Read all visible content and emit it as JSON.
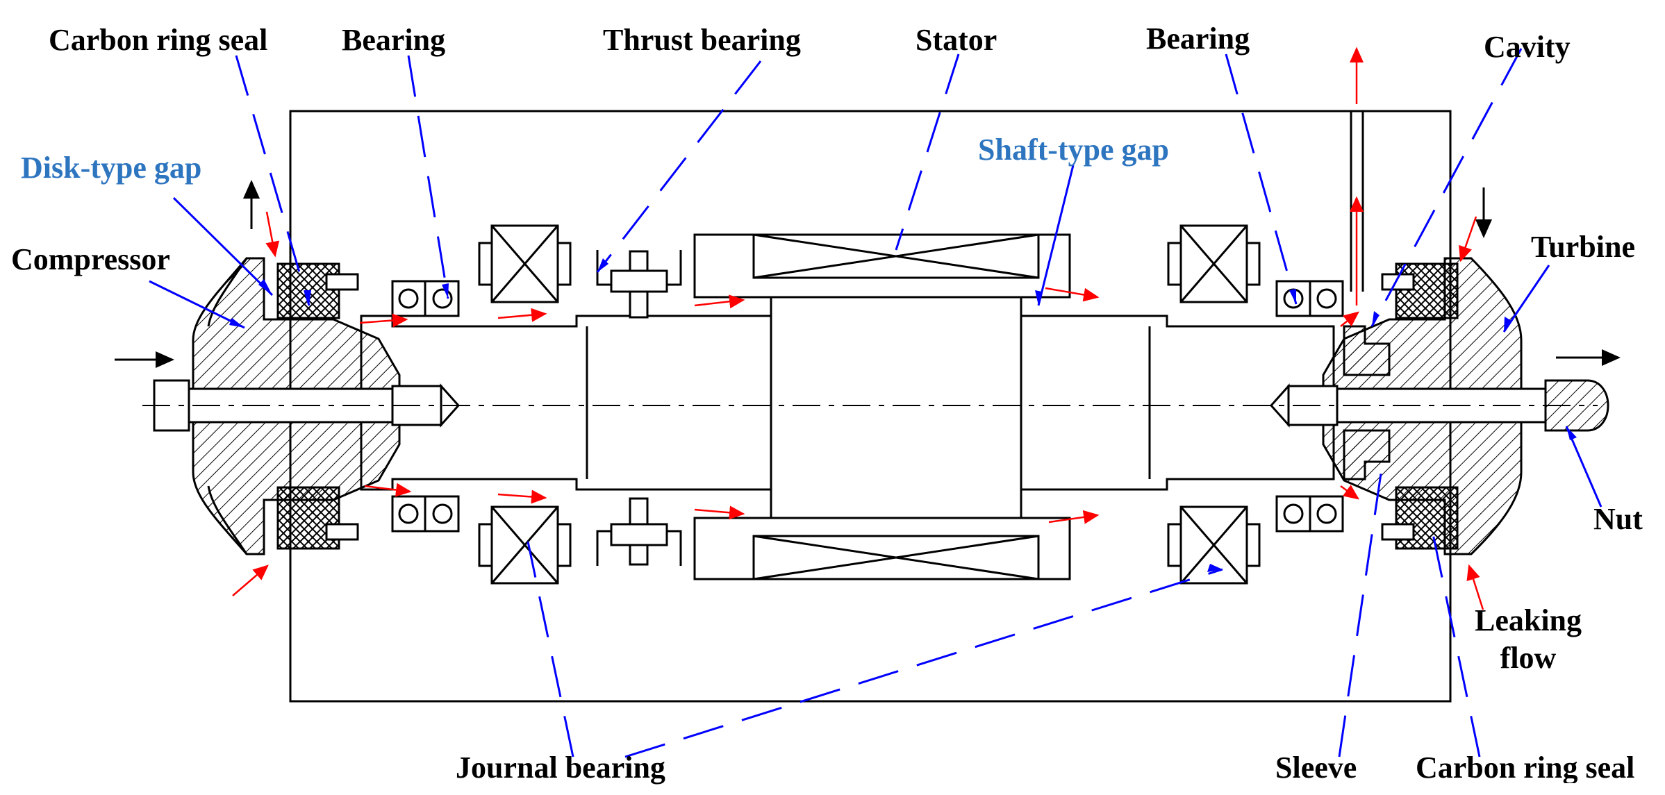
{
  "labels": {
    "carbon_ring_seal_left": "Carbon ring seal",
    "bearing_left": "Bearing",
    "thrust_bearing": "Thrust bearing",
    "stator": "Stator",
    "bearing_right": "Bearing",
    "cavity": "Cavity",
    "disk_type_gap": "Disk-type gap",
    "shaft_type_gap": "Shaft-type gap",
    "compressor": "Compressor",
    "turbine": "Turbine",
    "nut": "Nut",
    "leaking_flow_line1": "Leaking",
    "leaking_flow_line2": "flow",
    "journal_bearing": "Journal bearing",
    "sleeve": "Sleeve",
    "carbon_ring_seal_right": "Carbon ring seal"
  },
  "colors": {
    "line": "#000000",
    "leader": "#0000ff",
    "gap_label": "#2e75c0",
    "leak_arrow": "#ff0000",
    "label_text": "#000000"
  }
}
